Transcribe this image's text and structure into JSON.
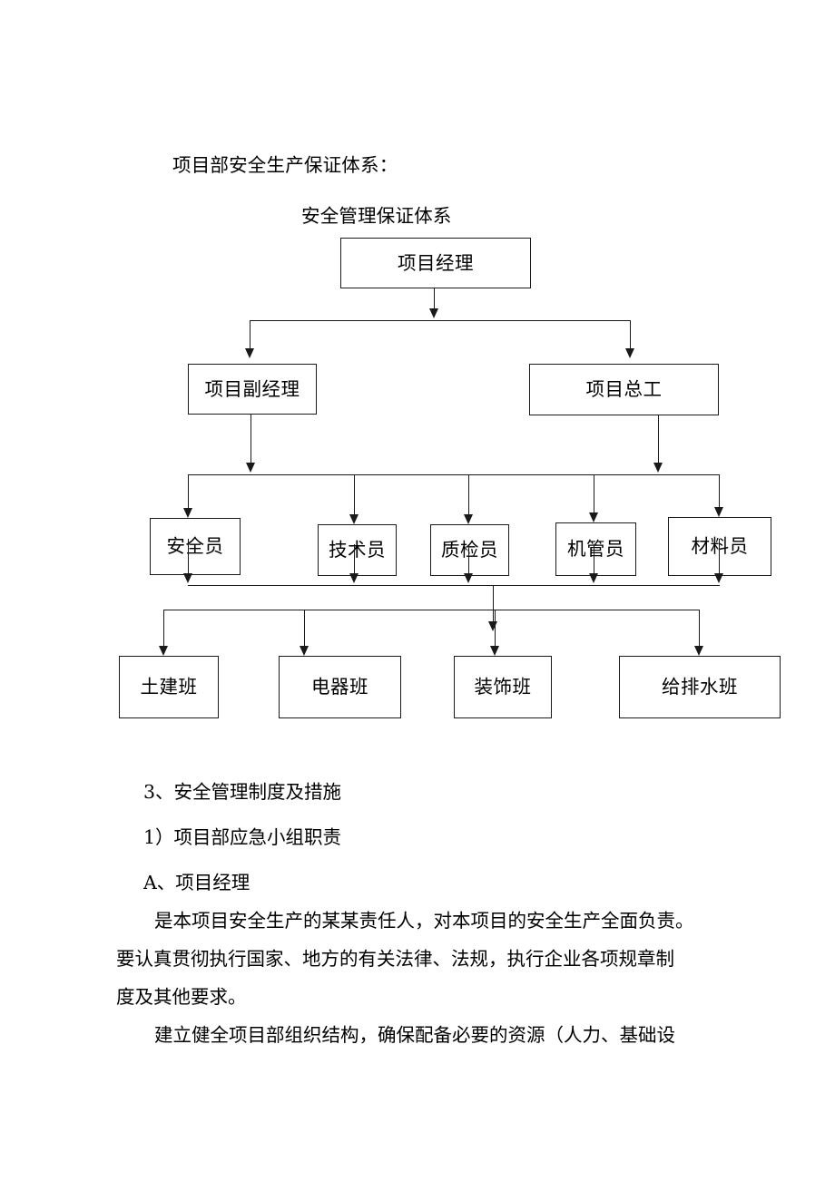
{
  "document": {
    "intro_line": "项目部安全生产保证体系：",
    "chart_title": "安全管理保证体系"
  },
  "org_chart": {
    "title": "安全管理保证体系",
    "type": "organization-hierarchy",
    "levels": [
      {
        "level": 1,
        "nodes": [
          {
            "label": "项目经理"
          }
        ]
      },
      {
        "level": 2,
        "nodes": [
          {
            "label": "项目副经理"
          },
          {
            "label": "项目总工"
          }
        ]
      },
      {
        "level": 3,
        "nodes": [
          {
            "label": "安全员"
          },
          {
            "label": "技术员"
          },
          {
            "label": "质检员"
          },
          {
            "label": "机管员"
          },
          {
            "label": "材料员"
          }
        ]
      },
      {
        "level": 4,
        "nodes": [
          {
            "label": "土建班"
          },
          {
            "label": "电器班"
          },
          {
            "label": "装饰班"
          },
          {
            "label": "给排水班"
          }
        ]
      }
    ]
  },
  "body": {
    "heading_3": "3、安全管理制度及措施",
    "heading_1": "1）项目部应急小组职责",
    "heading_a": "A、项目经理",
    "para_1_line_1": "是本项目安全生产的某某责任人，对本项目的安全生产全面负责。",
    "para_1_line_2": "要认真贯彻执行国家、地方的有关法律、法规，执行企业各项规章制",
    "para_1_line_3": "度及其他要求。",
    "para_2_line_1": "建立健全项目部组织结构，确保配备必要的资源（人力、基础设"
  }
}
